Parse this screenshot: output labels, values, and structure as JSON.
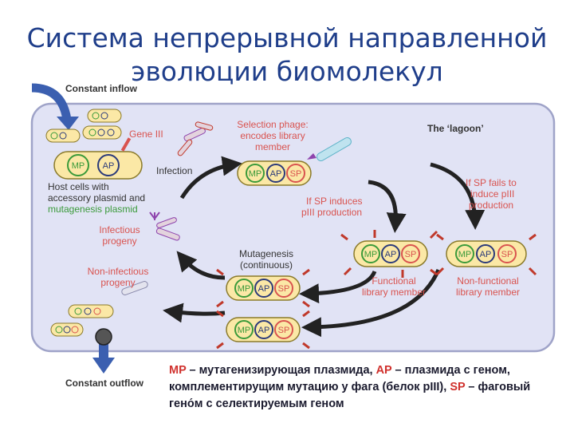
{
  "title": {
    "line1": "Система непрерывной направленной",
    "line2": "эволюции биомолекул"
  },
  "labels": {
    "constant_inflow": "Constant inflow",
    "constant_outflow": "Constant outflow",
    "lagoon": "The ‘lagoon’",
    "gene_iii": "Gene III",
    "selection_phage": [
      "Selection phage:",
      "encodes library",
      "member"
    ],
    "infection": "Infection",
    "host_cells": [
      "Host cells with",
      "accessory plasmid and"
    ],
    "mutagenesis_plasmid": "mutagenesis plasmid",
    "sp_induces": [
      "If SP induces",
      "pIII production"
    ],
    "sp_fails": [
      "If SP fails to",
      "induce pIII",
      "production"
    ],
    "infectious_progeny": [
      "Infectious",
      "progeny"
    ],
    "mutagenesis": [
      "Mutagenesis",
      "(continuous)"
    ],
    "non_infectious_progeny": [
      "Non-infectious",
      "progeny"
    ],
    "functional_member": [
      "Functional",
      "library member"
    ],
    "nonfunctional_member": [
      "Non-functional",
      "library member"
    ],
    "mp": "MP",
    "ap": "AP",
    "sp": "SP"
  },
  "caption": {
    "mp_key": "MP",
    "mp_text": " – мутагенизирующая плазмида, ",
    "ap_key": "AP",
    "ap_text": " – плазмида с геном, комплементирущим мутацию у фага (белок pIII), ",
    "sp_key": "SP",
    "sp_text": " – фаговый гено́м с селектируемым геном"
  },
  "colors": {
    "title": "#1f3e8a",
    "lagoon_fill": "#e1e3f5",
    "lagoon_stroke": "#9fa3c8",
    "cell_fill": "#fbe8a6",
    "cell_stroke": "#8a7a2a",
    "arrow": "#222222",
    "inflow_arrow": "#3b5fb0",
    "mp": "#3a9a3a",
    "ap": "#2b3a7a",
    "sp": "#d9534f",
    "phage_red": "#c0392b",
    "phage_purple": "#8e44ad",
    "phage_teal": "#5fb3c9"
  }
}
